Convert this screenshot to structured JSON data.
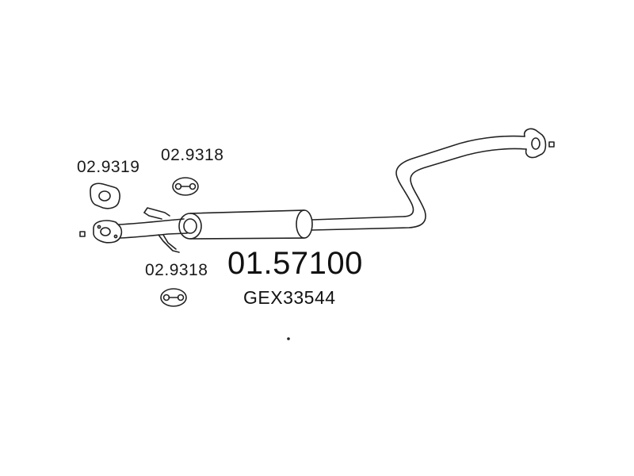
{
  "labels": {
    "gasket_code": "02.9319",
    "hanger_top_code": "02.9318",
    "hanger_bottom_code": "02.9318",
    "main_part_number": "01.57100",
    "reference_number": "GEX33544"
  }
}
